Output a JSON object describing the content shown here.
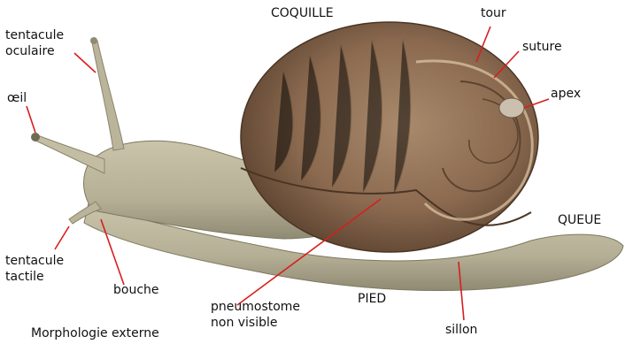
{
  "labels": {
    "coquille": "COQUILLE",
    "tour": "tour",
    "suture": "suture",
    "apex": "apex",
    "queue": "QUEUE",
    "tentacule_oculaire": [
      "tentacule",
      "oculaire"
    ],
    "oeil": "œil",
    "tentacule_tactile": [
      "tentacule",
      "tactile"
    ],
    "bouche": "bouche",
    "pneumostome": [
      "pneumostome",
      "non visible"
    ],
    "pied": "PIED",
    "sillon": "sillon"
  },
  "caption": "Morphologie externe",
  "colors": {
    "leader_line": "#d81e1e",
    "shell": "#8b6a50",
    "shell_dark": "#5c4330",
    "body": "#b9b49a",
    "body_dark": "#8f8a72"
  }
}
